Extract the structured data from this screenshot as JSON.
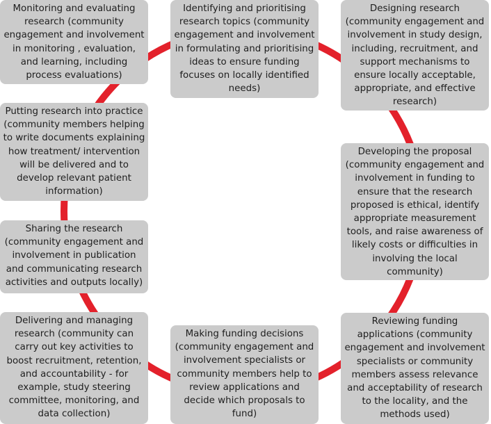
{
  "colors": {
    "box": "#cbcbcb",
    "ring": "#e3212b",
    "text": "#1e1e1e"
  },
  "stages": [
    {
      "id": "identifying",
      "text": "Identifying and prioritising research topics (community engagement and involvement in formulating and prioritising ideas to ensure funding focuses on locally identified needs)"
    },
    {
      "id": "designing",
      "text": "Designing research (community engagement and involvement in study design, including, recruitment, and support mechanisms to ensure locally acceptable, appropriate, and effective research)"
    },
    {
      "id": "developing",
      "text": "Developing the proposal (community engagement and involvement in funding to ensure that the research proposed is ethical, identify appropriate measurement tools, and raise awareness of likely costs or difficulties in involving the local community)"
    },
    {
      "id": "reviewing",
      "text": "Reviewing funding applications (community engagement and involvement specialists or community members assess relevance and acceptability of research to the locality, and the methods used)"
    },
    {
      "id": "making",
      "text": "Making funding decisions (community engagement and involvement specialists or community members help to review applications and decide which proposals to fund)"
    },
    {
      "id": "delivering",
      "text": "Delivering and managing research (community can carry out key activities to boost recruitment, retention, and accountability - for example, study steering committee, monitoring, and data collection)"
    },
    {
      "id": "sharing",
      "text": "Sharing the research (community engagement and involvement in publication and communicating research activities and outputs locally)"
    },
    {
      "id": "putting",
      "text": "Putting research into practice (community members helping to write documents explaining how  treatment/ intervention will be delivered and to develop relevant patient information)"
    },
    {
      "id": "monitoring",
      "text": "Monitoring and evaluating research (community engagement and involvement in monitoring , evaluation, and learning, including process evaluations)"
    }
  ]
}
